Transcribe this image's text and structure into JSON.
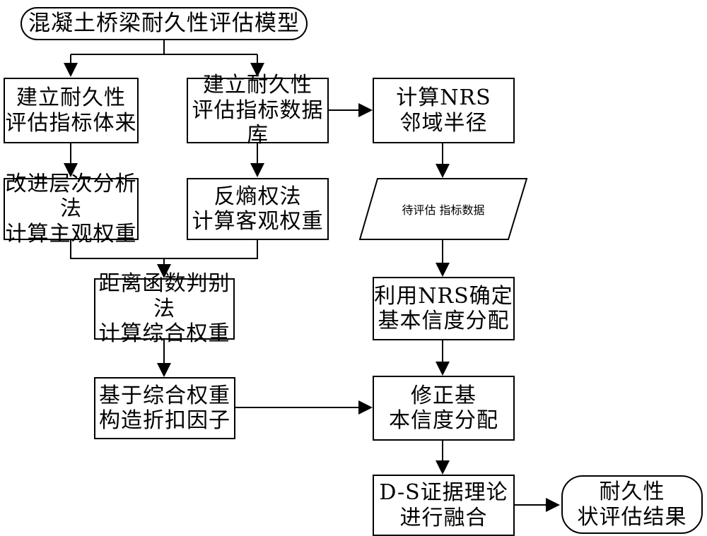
{
  "diagram": {
    "title": "混凝土桥梁耐久性评估模型",
    "nodes": {
      "build_index_system": "建立耐久性\n评估指标体来",
      "build_database": "建立耐久性\n评估指标数据库",
      "compute_nrs_radius": "计算NRS\n邻域半径",
      "ahp_subjective": "改进层次分析法\n计算主观权重",
      "anti_entropy_objective": "反熵权法\n计算客观权重",
      "data_to_evaluate": "待评估\n指标数据",
      "distance_function": "距离函数判别法\n计算综合权重",
      "nrs_basic_belief": "利用NRS确定\n基本信度分配",
      "discount_factor": "基于综合权重\n构造折扣因子",
      "revise_basic_belief": "修正基\n本信度分配",
      "ds_fusion": "D-S证据理论\n进行融合",
      "result": "耐久性\n状评估结果"
    }
  }
}
